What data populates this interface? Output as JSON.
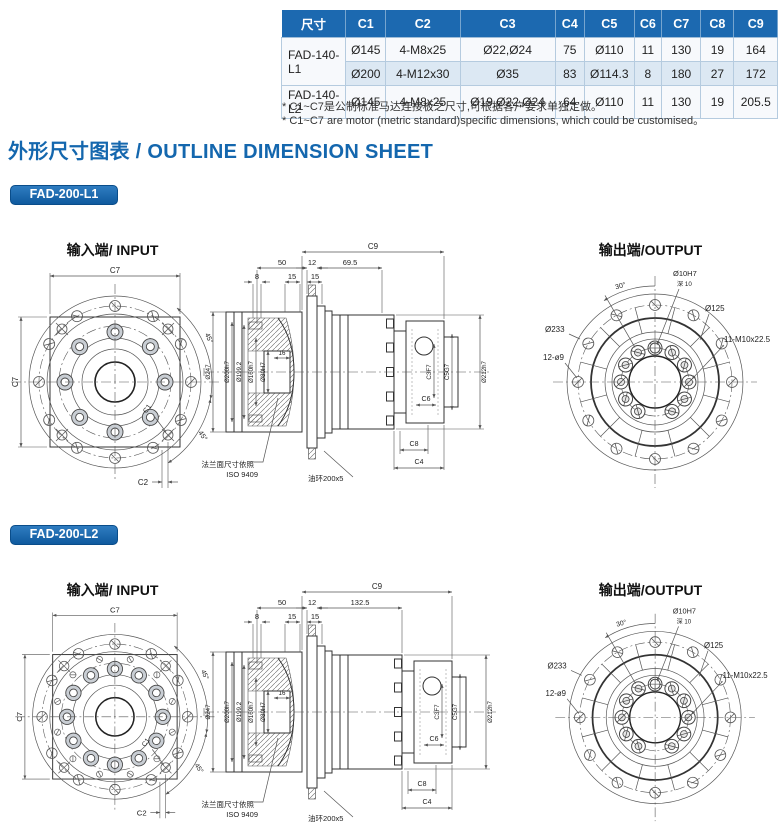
{
  "colors": {
    "accent_blue": "#1467ae",
    "table_header_bg": "#1c69b0",
    "row_alt_bg": "#dce8f3",
    "badge_bg": "#0f5a9e",
    "line": "#333333"
  },
  "heading": "外形尺寸图表 / OUTLINE DIMENSION SHEET",
  "table": {
    "headers": [
      "尺寸",
      "C1",
      "C2",
      "C3",
      "C4",
      "C5",
      "C6",
      "C7",
      "C8",
      "C9"
    ],
    "rows": [
      {
        "model": "FAD-140-L1",
        "c1": "Ø145",
        "c2": "4-M8x25",
        "c3": "Ø22,Ø24",
        "c4": "75",
        "c5": "Ø110",
        "c6": "11",
        "c7": "130",
        "c8": "19",
        "c9": "164"
      },
      {
        "model": "",
        "c1": "Ø200",
        "c2": "4-M12x30",
        "c3": "Ø35",
        "c4": "83",
        "c5": "Ø114.3",
        "c6": "8",
        "c7": "180",
        "c8": "27",
        "c9": "172"
      },
      {
        "model": "FAD-140-L2",
        "c1": "Ø145",
        "c2": "4-M8x25",
        "c3": "Ø19,Ø22,Ø24",
        "c4": "64",
        "c5": "Ø110",
        "c6": "11",
        "c7": "130",
        "c8": "19",
        "c9": "205.5"
      }
    ],
    "footnote_zh": "* C1~C7是公制标准马达连接板之尺寸,可根据客户要求单独定做。",
    "footnote_en": "* C1~C7 are motor (metric standard)specific dimensions, which could be customised。"
  },
  "sections": [
    {
      "badge": "FAD-200-L1",
      "input_title": "输入端/ INPUT",
      "output_title": "输出端/OUTPUT",
      "input": {
        "c7t": "C7",
        "c7l": "C7",
        "c1": "C1",
        "c2": "C2",
        "a45a": "45°",
        "a45b": "45°"
      },
      "mid": {
        "c9": "C9",
        "d50": "50",
        "d12": "12",
        "len": "69.5",
        "d8": "8",
        "d15a": "15",
        "d15b": "15",
        "d247": "Ø247",
        "d200": "Ø200h7",
        "d199": "Ø199.2",
        "d160": "Ø160h7",
        "d80": "Ø80H7",
        "d16": "16",
        "c3": "C3F7",
        "c5": "C5G7",
        "d212": "Ø212h7",
        "c6": "C6",
        "c8": "C8",
        "c4": "C4",
        "note1": "法兰面尺寸依照",
        "note2": "ISO 9409",
        "oil": "油环200x5"
      },
      "output": {
        "a30": "30°",
        "d10": "Ø10H7",
        "depth": "深 10",
        "d125": "Ø125",
        "d233": "Ø233",
        "h12": "12-ø9",
        "h11": "11-M10x22.5"
      }
    },
    {
      "badge": "FAD-200-L2",
      "input_title": "输入端/ INPUT",
      "output_title": "输出端/OUTPUT",
      "input": {
        "c7t": "C7",
        "c7l": "C7",
        "c1": "C1",
        "c2": "C2",
        "a45a": "45°",
        "a45b": "45°"
      },
      "mid": {
        "c9": "C9",
        "d50": "50",
        "d12": "12",
        "len": "132.5",
        "d8": "8",
        "d15a": "15",
        "d15b": "15",
        "d247": "Ø247",
        "d200": "Ø200h7",
        "d199": "Ø199.2",
        "d160": "Ø160h7",
        "d80": "Ø80H7",
        "d16": "16",
        "c3": "C3F7",
        "c5": "C5G7",
        "d212": "Ø212h7",
        "c6": "C6",
        "c8": "C8",
        "c4": "C4",
        "note1": "法兰面尺寸依照",
        "note2": "ISO 9409",
        "oil": "油环200x5"
      },
      "output": {
        "a30": "30°",
        "d10": "Ø10H7",
        "depth": "深 10",
        "d125": "Ø125",
        "d233": "Ø233",
        "h12": "12-ø9",
        "h11": "11-M10x22.5"
      }
    }
  ]
}
